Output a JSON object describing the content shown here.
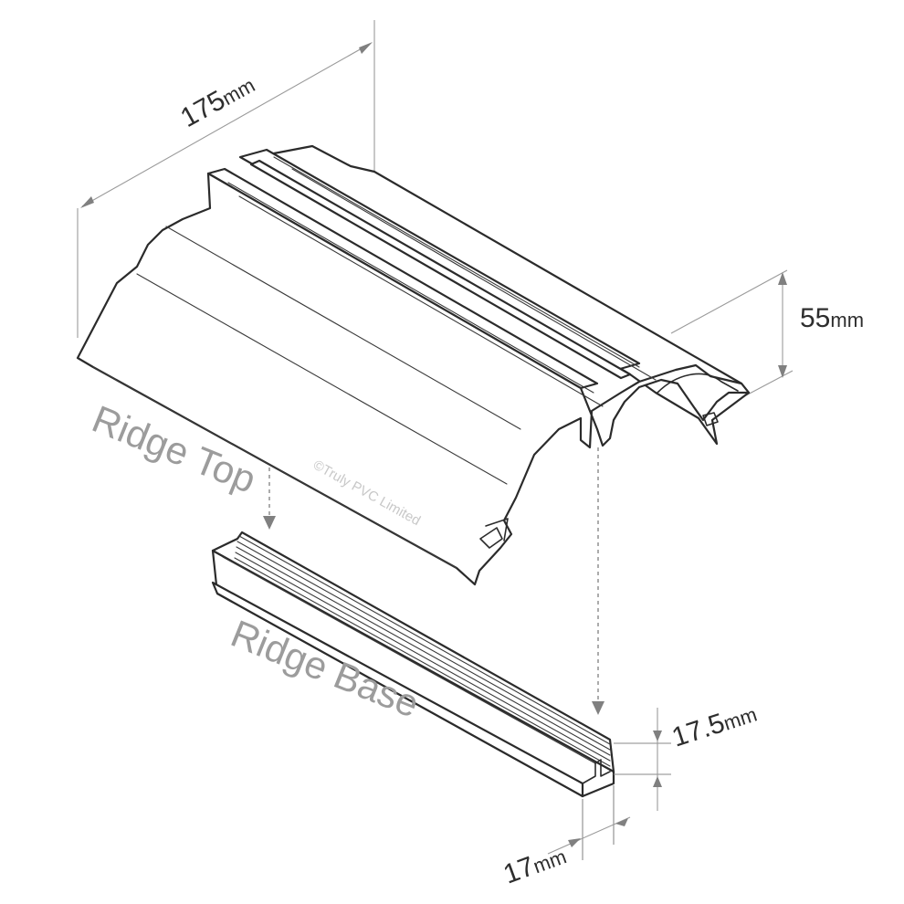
{
  "labels": {
    "ridge_top": "Ridge Top",
    "ridge_base": "Ridge Base"
  },
  "dimensions": {
    "length": {
      "value": "175",
      "unit": "mm"
    },
    "height_top": {
      "value": "55",
      "unit": "mm"
    },
    "height_base": {
      "value": "17.5",
      "unit": "mm"
    },
    "width_base": {
      "value": "17",
      "unit": "mm"
    }
  },
  "watermark": "©Truly PVC Limited",
  "colors": {
    "outline": "#2b2b2b",
    "dimension_line": "#9a9a9a",
    "label_text": "#9c9c9c",
    "watermark": "#c8c8c8"
  }
}
